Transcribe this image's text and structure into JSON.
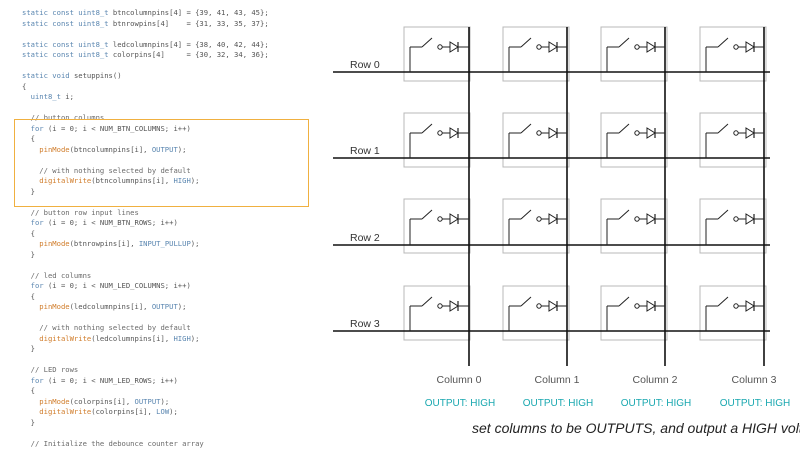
{
  "code_lines": [
    [
      {
        "c": "kw",
        "t": "static const uint8_t "
      },
      {
        "c": "pl",
        "t": "btncolumnpins[4] = {39, 41, 43, 45};"
      }
    ],
    [
      {
        "c": "kw",
        "t": "static const uint8_t "
      },
      {
        "c": "pl",
        "t": "btnrowpins[4]    = {31, 33, 35, 37};"
      }
    ],
    [],
    [
      {
        "c": "kw",
        "t": "static const uint8_t "
      },
      {
        "c": "pl",
        "t": "ledcolumnpins[4] = {38, 40, 42, 44};"
      }
    ],
    [
      {
        "c": "kw",
        "t": "static const uint8_t "
      },
      {
        "c": "pl",
        "t": "colorpins[4]     = {30, 32, 34, 36};"
      }
    ],
    [],
    [
      {
        "c": "kw",
        "t": "static void "
      },
      {
        "c": "pl",
        "t": "setuppins()"
      }
    ],
    [
      {
        "c": "pl",
        "t": "{"
      }
    ],
    [
      {
        "c": "kw",
        "t": "  uint8_t "
      },
      {
        "c": "pl",
        "t": "i;"
      }
    ],
    [],
    [
      {
        "c": "cm",
        "t": "  // button columns"
      }
    ],
    [
      {
        "c": "kw",
        "t": "  for "
      },
      {
        "c": "pl",
        "t": "(i = 0; i < NUM_BTN_COLUMNS; i++)"
      }
    ],
    [
      {
        "c": "pl",
        "t": "  {"
      }
    ],
    [
      {
        "c": "fn",
        "t": "    pinMode"
      },
      {
        "c": "pl",
        "t": "(btncolumnpins[i], "
      },
      {
        "c": "const",
        "t": "OUTPUT"
      },
      {
        "c": "pl",
        "t": ");"
      }
    ],
    [],
    [
      {
        "c": "cm",
        "t": "    // with nothing selected by default"
      }
    ],
    [
      {
        "c": "fn",
        "t": "    digitalWrite"
      },
      {
        "c": "pl",
        "t": "(btncolumnpins[i], "
      },
      {
        "c": "const",
        "t": "HIGH"
      },
      {
        "c": "pl",
        "t": ");"
      }
    ],
    [
      {
        "c": "pl",
        "t": "  }"
      }
    ],
    [],
    [
      {
        "c": "cm",
        "t": "  // button row input lines"
      }
    ],
    [
      {
        "c": "kw",
        "t": "  for "
      },
      {
        "c": "pl",
        "t": "(i = 0; i < NUM_BTN_ROWS; i++)"
      }
    ],
    [
      {
        "c": "pl",
        "t": "  {"
      }
    ],
    [
      {
        "c": "fn",
        "t": "    pinMode"
      },
      {
        "c": "pl",
        "t": "(btnrowpins[i], "
      },
      {
        "c": "const",
        "t": "INPUT_PULLUP"
      },
      {
        "c": "pl",
        "t": ");"
      }
    ],
    [
      {
        "c": "pl",
        "t": "  }"
      }
    ],
    [],
    [
      {
        "c": "cm",
        "t": "  // led columns"
      }
    ],
    [
      {
        "c": "kw",
        "t": "  for "
      },
      {
        "c": "pl",
        "t": "(i = 0; i < NUM_LED_COLUMNS; i++)"
      }
    ],
    [
      {
        "c": "pl",
        "t": "  {"
      }
    ],
    [
      {
        "c": "fn",
        "t": "    pinMode"
      },
      {
        "c": "pl",
        "t": "(ledcolumnpins[i], "
      },
      {
        "c": "const",
        "t": "OUTPUT"
      },
      {
        "c": "pl",
        "t": ");"
      }
    ],
    [],
    [
      {
        "c": "cm",
        "t": "    // with nothing selected by default"
      }
    ],
    [
      {
        "c": "fn",
        "t": "    digitalWrite"
      },
      {
        "c": "pl",
        "t": "(ledcolumnpins[i], "
      },
      {
        "c": "const",
        "t": "HIGH"
      },
      {
        "c": "pl",
        "t": ");"
      }
    ],
    [
      {
        "c": "pl",
        "t": "  }"
      }
    ],
    [],
    [
      {
        "c": "cm",
        "t": "  // LED rows"
      }
    ],
    [
      {
        "c": "kw",
        "t": "  for "
      },
      {
        "c": "pl",
        "t": "(i = 0; i < NUM_LED_ROWS; i++)"
      }
    ],
    [
      {
        "c": "pl",
        "t": "  {"
      }
    ],
    [
      {
        "c": "fn",
        "t": "    pinMode"
      },
      {
        "c": "pl",
        "t": "(colorpins[i], "
      },
      {
        "c": "const",
        "t": "OUTPUT"
      },
      {
        "c": "pl",
        "t": ");"
      }
    ],
    [
      {
        "c": "fn",
        "t": "    digitalWrite"
      },
      {
        "c": "pl",
        "t": "(colorpins[i], "
      },
      {
        "c": "const",
        "t": "LOW"
      },
      {
        "c": "pl",
        "t": ");"
      }
    ],
    [
      {
        "c": "pl",
        "t": "  }"
      }
    ],
    [],
    [
      {
        "c": "cm",
        "t": "  // Initialize the debounce counter array"
      }
    ]
  ],
  "diagram": {
    "rows": [
      "Row 0",
      "Row 1",
      "Row 2",
      "Row 3"
    ],
    "columns": [
      "Column 0",
      "Column 1",
      "Column 2",
      "Column 3"
    ],
    "column_outputs": [
      "OUTPUT: HIGH",
      "OUTPUT: HIGH",
      "OUTPUT: HIGH",
      "OUTPUT: HIGH"
    ],
    "output_color": "#1aa8b0",
    "wire_color": "#111111",
    "cell_border_color": "#b8b8b8",
    "highlight_color": "#f0b040"
  },
  "caption": "set columns to be OUTPUTS, and output a HIGH voltage"
}
